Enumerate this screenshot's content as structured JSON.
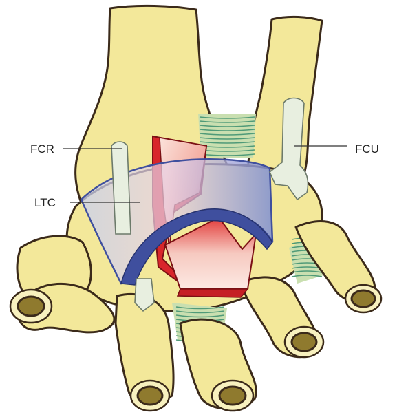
{
  "labels": {
    "fcr": "FCR",
    "fcu": "FCU",
    "ltc": "LTC"
  },
  "colors": {
    "bone": "#f3e89a",
    "bone_light": "#f8f1bf",
    "outline": "#3b2a1a",
    "marrow": "#8f7a2e",
    "ligament": "#4f9a78",
    "ligament_bg": "#c9dfb0",
    "tendon": "#e8efe0",
    "retinaculum": "#8a98d6",
    "retinaculum_dark": "#3f4f9e",
    "arrow_red": "#d8262b",
    "arrow_pink": "#f4c1b8"
  },
  "icons": {
    "arrow": "curved-arrow-icon"
  }
}
